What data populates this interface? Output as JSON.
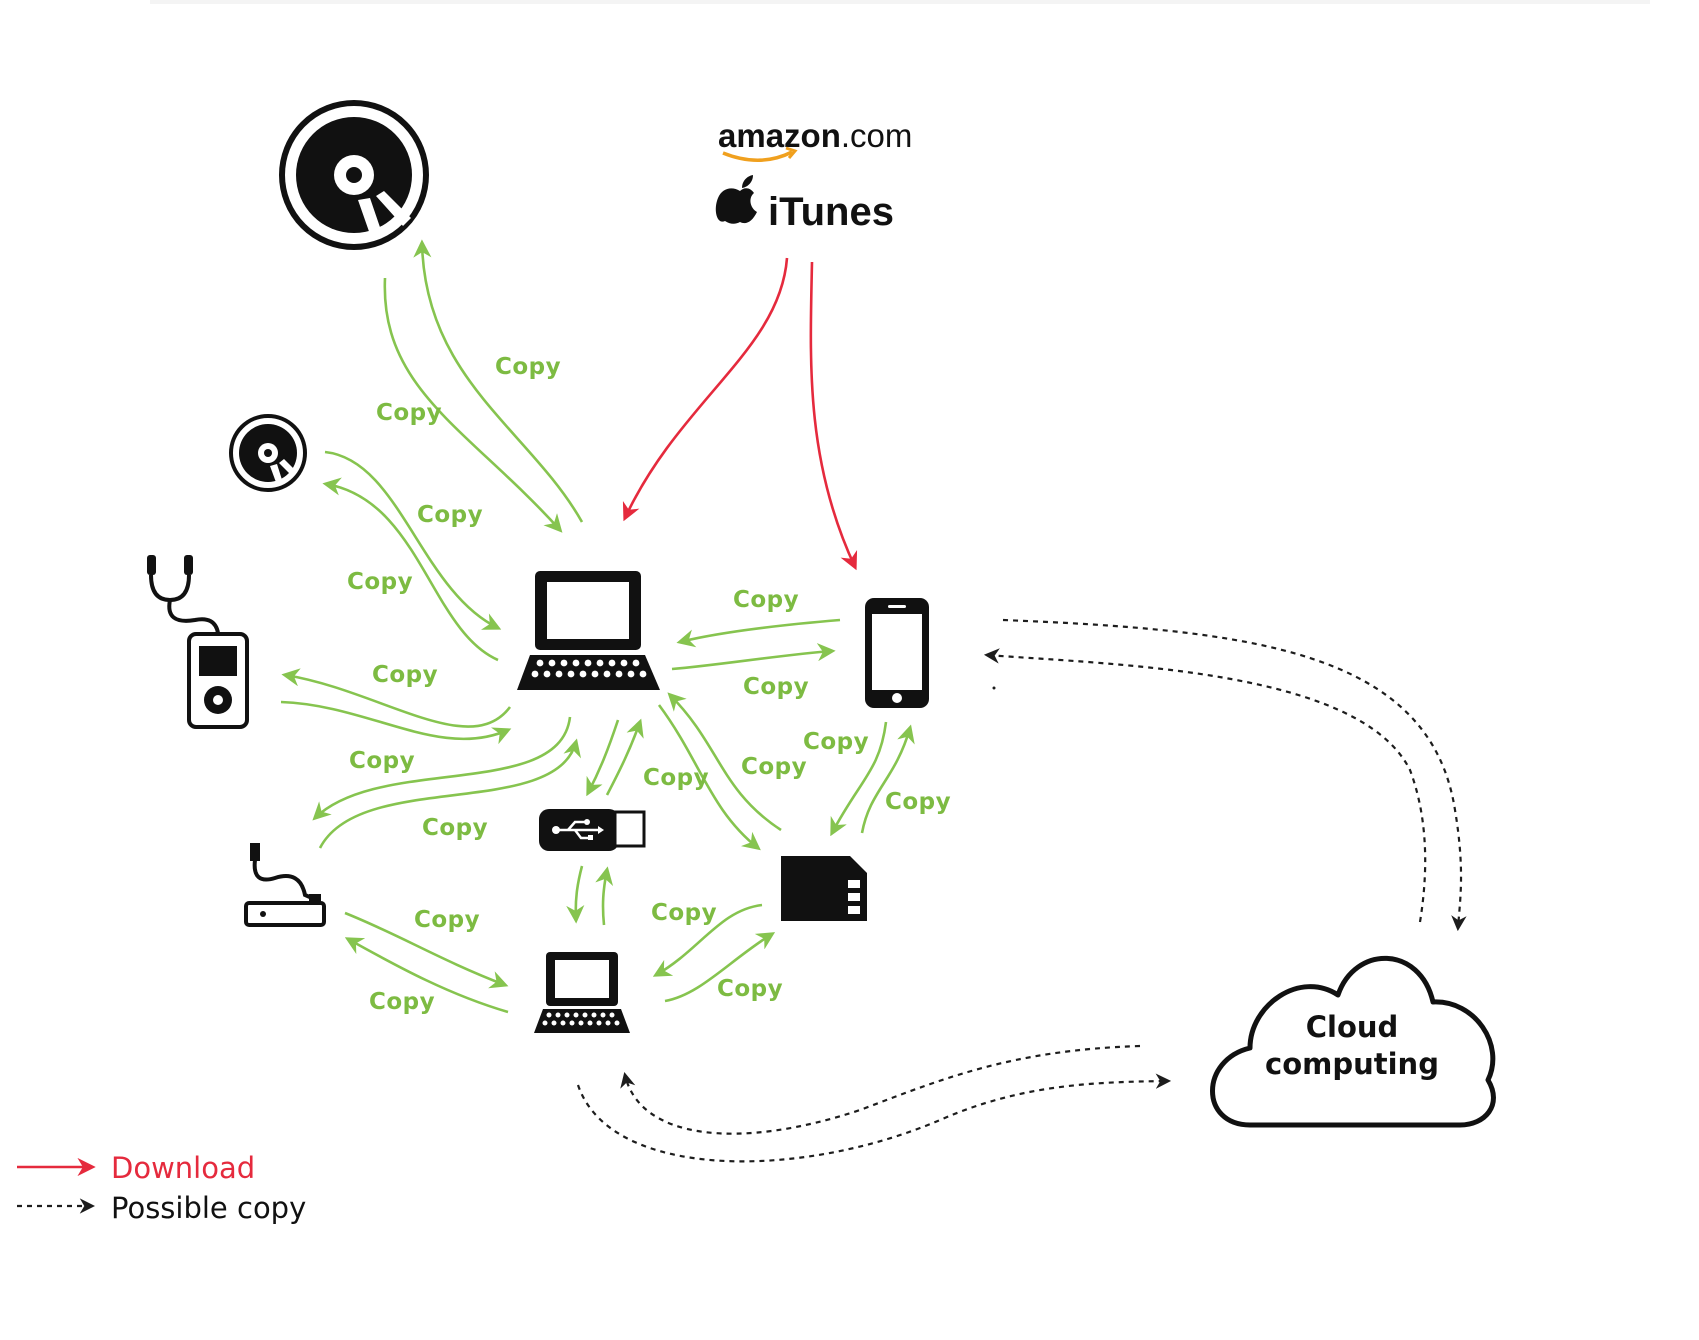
{
  "sources": {
    "amazon_main": "amazon",
    "amazon_suffix": ".com",
    "itunes": "iTunes"
  },
  "cloud": {
    "line1": "Cloud",
    "line2": "computing"
  },
  "edges": {
    "copy_label": "Copy"
  },
  "legend": {
    "download": "Download",
    "possible_copy": "Possible copy"
  },
  "colors": {
    "copy": "#86c44f",
    "download": "#e52a3d",
    "possible_copy": "#1d1d1d"
  },
  "icons": [
    "cd-large-icon",
    "cd-small-icon",
    "mp3-player-icon",
    "hard-drive-icon",
    "laptop-main-icon",
    "laptop-secondary-icon",
    "usb-stick-icon",
    "sd-card-icon",
    "smartphone-icon",
    "apple-logo-icon",
    "cloud-icon"
  ]
}
